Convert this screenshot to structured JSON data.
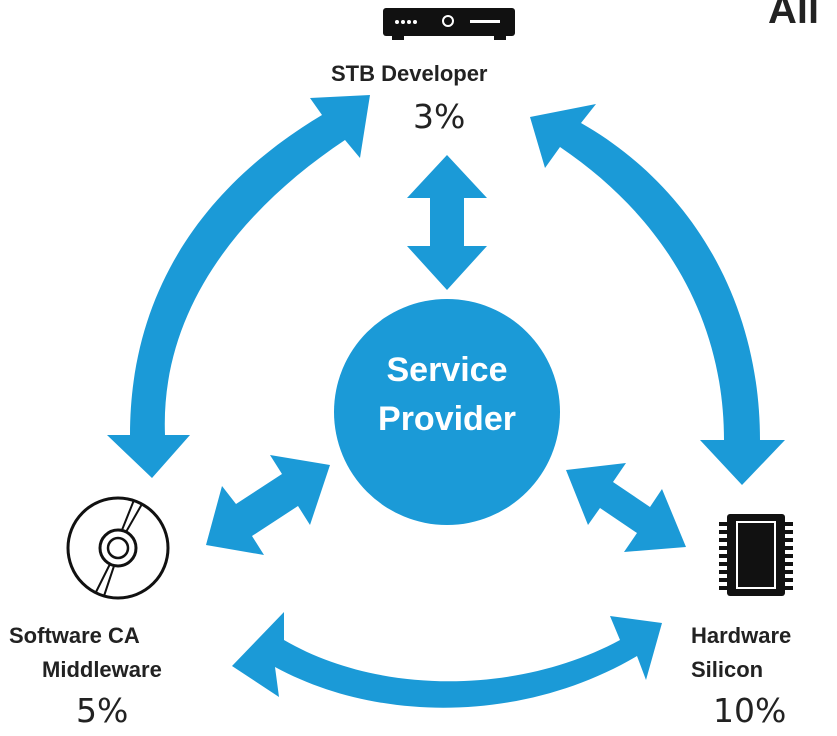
{
  "title_fragment": "All",
  "hub": {
    "line1": "Service",
    "line2": "Provider"
  },
  "nodes": {
    "stb": {
      "label": "STB Developer",
      "share": "3%",
      "icon": "set-top-box-icon"
    },
    "software": {
      "label_line1": "Software CA",
      "label_line2": "Middleware",
      "share": "5%",
      "icon": "disc-icon"
    },
    "hardware": {
      "label_line1": "Hardware",
      "label_line2": "Silicon",
      "share": "10%",
      "icon": "chip-icon"
    }
  },
  "colors": {
    "arrow": "#1b9ad7",
    "hub": "#1b9ad7",
    "text": "#222222",
    "icon": "#111111"
  }
}
